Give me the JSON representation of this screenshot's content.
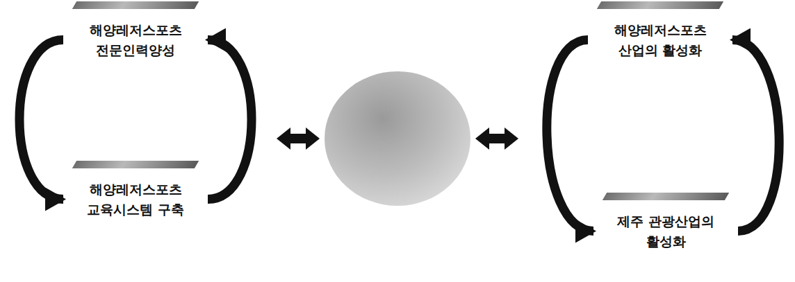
{
  "diagram": {
    "nodes": [
      {
        "text": [
          "해양레저스포츠 전문인력양성"
        ]
      },
      {
        "text": [
          "해양레저스포츠 교육시스템 구축"
        ]
      },
      {
        "text": [
          "해양레저스포츠 산업의 활성화"
        ]
      },
      {
        "text": [
          "제주 관광산업의 활성화"
        ]
      }
    ],
    "edges": [
      {
        "from": 0,
        "to": 1,
        "arrow": "to"
      },
      {
        "from": 1,
        "to": 0,
        "arrow": "to"
      },
      {
        "from": 2,
        "to": 3,
        "arrow": "to"
      },
      {
        "from": 3,
        "to": 2,
        "arrow": "to"
      }
    ]
  }
}
